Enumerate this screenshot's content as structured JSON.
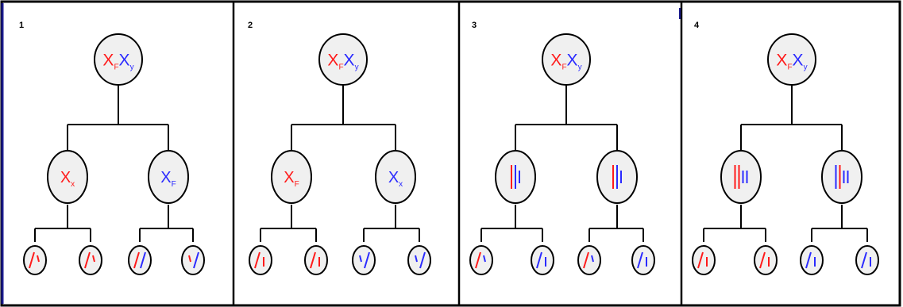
{
  "colors": {
    "red": "#ff1a1a",
    "blue": "#2a2aff",
    "outline": "#000000",
    "cell_fill": "#f0f0f0",
    "frame": "#000000",
    "left_accent": "#1a1a8c"
  },
  "panels": [
    {
      "label": "1",
      "parent": {
        "type": "text",
        "parts": [
          {
            "t": "X",
            "s": "F",
            "c": "red"
          },
          {
            "t": "X",
            "s": "y",
            "c": "blue"
          }
        ]
      },
      "daughters": [
        {
          "type": "text",
          "parts": [
            {
              "t": "X",
              "s": "x",
              "c": "red"
            }
          ]
        },
        {
          "type": "text",
          "parts": [
            {
              "t": "X",
              "s": "F",
              "c": "blue"
            }
          ]
        }
      ],
      "granddaughters": [
        {
          "type": "marks",
          "marks": [
            {
              "c": "red",
              "k": "slash"
            },
            {
              "c": "red",
              "k": "tick"
            }
          ]
        },
        {
          "type": "marks",
          "marks": [
            {
              "c": "red",
              "k": "slash"
            },
            {
              "c": "red",
              "k": "tick"
            }
          ]
        },
        {
          "type": "marks",
          "marks": [
            {
              "c": "red",
              "k": "slash"
            },
            {
              "c": "blue",
              "k": "slash"
            }
          ]
        },
        {
          "type": "marks",
          "marks": [
            {
              "c": "red",
              "k": "tick"
            },
            {
              "c": "blue",
              "k": "slash"
            }
          ]
        }
      ]
    },
    {
      "label": "2",
      "parent": {
        "type": "text",
        "parts": [
          {
            "t": "X",
            "s": "F",
            "c": "red"
          },
          {
            "t": "X",
            "s": "y",
            "c": "blue"
          }
        ]
      },
      "daughters": [
        {
          "type": "text",
          "parts": [
            {
              "t": "X",
              "s": "F",
              "c": "red"
            }
          ]
        },
        {
          "type": "text",
          "parts": [
            {
              "t": "X",
              "s": "x",
              "c": "blue"
            }
          ]
        }
      ],
      "granddaughters": [
        {
          "type": "marks",
          "marks": [
            {
              "c": "red",
              "k": "slash"
            },
            {
              "c": "red",
              "k": "bar"
            }
          ]
        },
        {
          "type": "marks",
          "marks": [
            {
              "c": "red",
              "k": "slash"
            },
            {
              "c": "red",
              "k": "bar"
            }
          ]
        },
        {
          "type": "marks",
          "marks": [
            {
              "c": "blue",
              "k": "tick"
            },
            {
              "c": "blue",
              "k": "slash"
            }
          ]
        },
        {
          "type": "marks",
          "marks": [
            {
              "c": "blue",
              "k": "tick"
            },
            {
              "c": "blue",
              "k": "slash"
            }
          ]
        }
      ]
    },
    {
      "label": "3",
      "parent": {
        "type": "text",
        "parts": [
          {
            "t": "X",
            "s": "F",
            "c": "red"
          },
          {
            "t": "X",
            "s": "y",
            "c": "blue"
          }
        ]
      },
      "daughters": [
        {
          "type": "bars",
          "bars": [
            "red",
            "blue",
            "blue"
          ]
        },
        {
          "type": "bars",
          "bars": [
            "red",
            "blue",
            "blue"
          ]
        }
      ],
      "granddaughters": [
        {
          "type": "marks",
          "marks": [
            {
              "c": "red",
              "k": "slash"
            },
            {
              "c": "blue",
              "k": "tick"
            }
          ]
        },
        {
          "type": "marks",
          "marks": [
            {
              "c": "blue",
              "k": "slash"
            },
            {
              "c": "blue",
              "k": "bar"
            }
          ]
        },
        {
          "type": "marks",
          "marks": [
            {
              "c": "red",
              "k": "slash"
            },
            {
              "c": "blue",
              "k": "tick"
            }
          ]
        },
        {
          "type": "marks",
          "marks": [
            {
              "c": "blue",
              "k": "slash"
            },
            {
              "c": "blue",
              "k": "bar"
            }
          ]
        }
      ]
    },
    {
      "label": "4",
      "parent": {
        "type": "text",
        "parts": [
          {
            "t": "X",
            "s": "F",
            "c": "red"
          },
          {
            "t": "X",
            "s": "y",
            "c": "blue"
          }
        ]
      },
      "daughters": [
        {
          "type": "bars",
          "bars": [
            "red",
            "red",
            "blue",
            "blue"
          ]
        },
        {
          "type": "bars",
          "bars": [
            "blue",
            "red",
            "blue",
            "blue"
          ]
        }
      ],
      "granddaughters": [
        {
          "type": "marks",
          "marks": [
            {
              "c": "red",
              "k": "slash"
            },
            {
              "c": "red",
              "k": "bar"
            }
          ]
        },
        {
          "type": "marks",
          "marks": [
            {
              "c": "red",
              "k": "slash"
            },
            {
              "c": "red",
              "k": "bar"
            }
          ]
        },
        {
          "type": "marks",
          "marks": [
            {
              "c": "blue",
              "k": "slash"
            },
            {
              "c": "blue",
              "k": "bar"
            }
          ]
        },
        {
          "type": "marks",
          "marks": [
            {
              "c": "blue",
              "k": "slash"
            },
            {
              "c": "blue",
              "k": "bar"
            }
          ]
        }
      ]
    }
  ]
}
